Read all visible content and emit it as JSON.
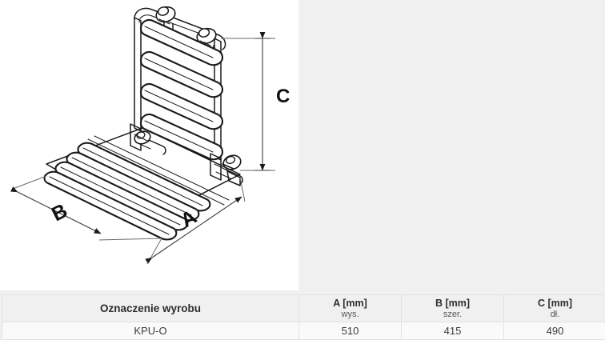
{
  "drawing": {
    "alt_title": "Rysunek techniczny krzesełka prysznicowego KPU-O",
    "dimension_labels": {
      "a": "A",
      "b": "B",
      "c": "C"
    },
    "line_color": "#1a1a1a",
    "fill_color": "#ffffff",
    "background_color": "#ffffff",
    "page_background_color": "#f0f0f0"
  },
  "table": {
    "headers": {
      "product": "Oznaczenie wyrobu",
      "a_main": "A [mm]",
      "a_sub": "wys.",
      "b_main": "B [mm]",
      "b_sub": "szer.",
      "c_main": "C [mm]",
      "c_sub": "dł."
    },
    "rows": [
      {
        "product": "KPU-O",
        "a": "510",
        "b": "415",
        "c": "490"
      }
    ]
  }
}
